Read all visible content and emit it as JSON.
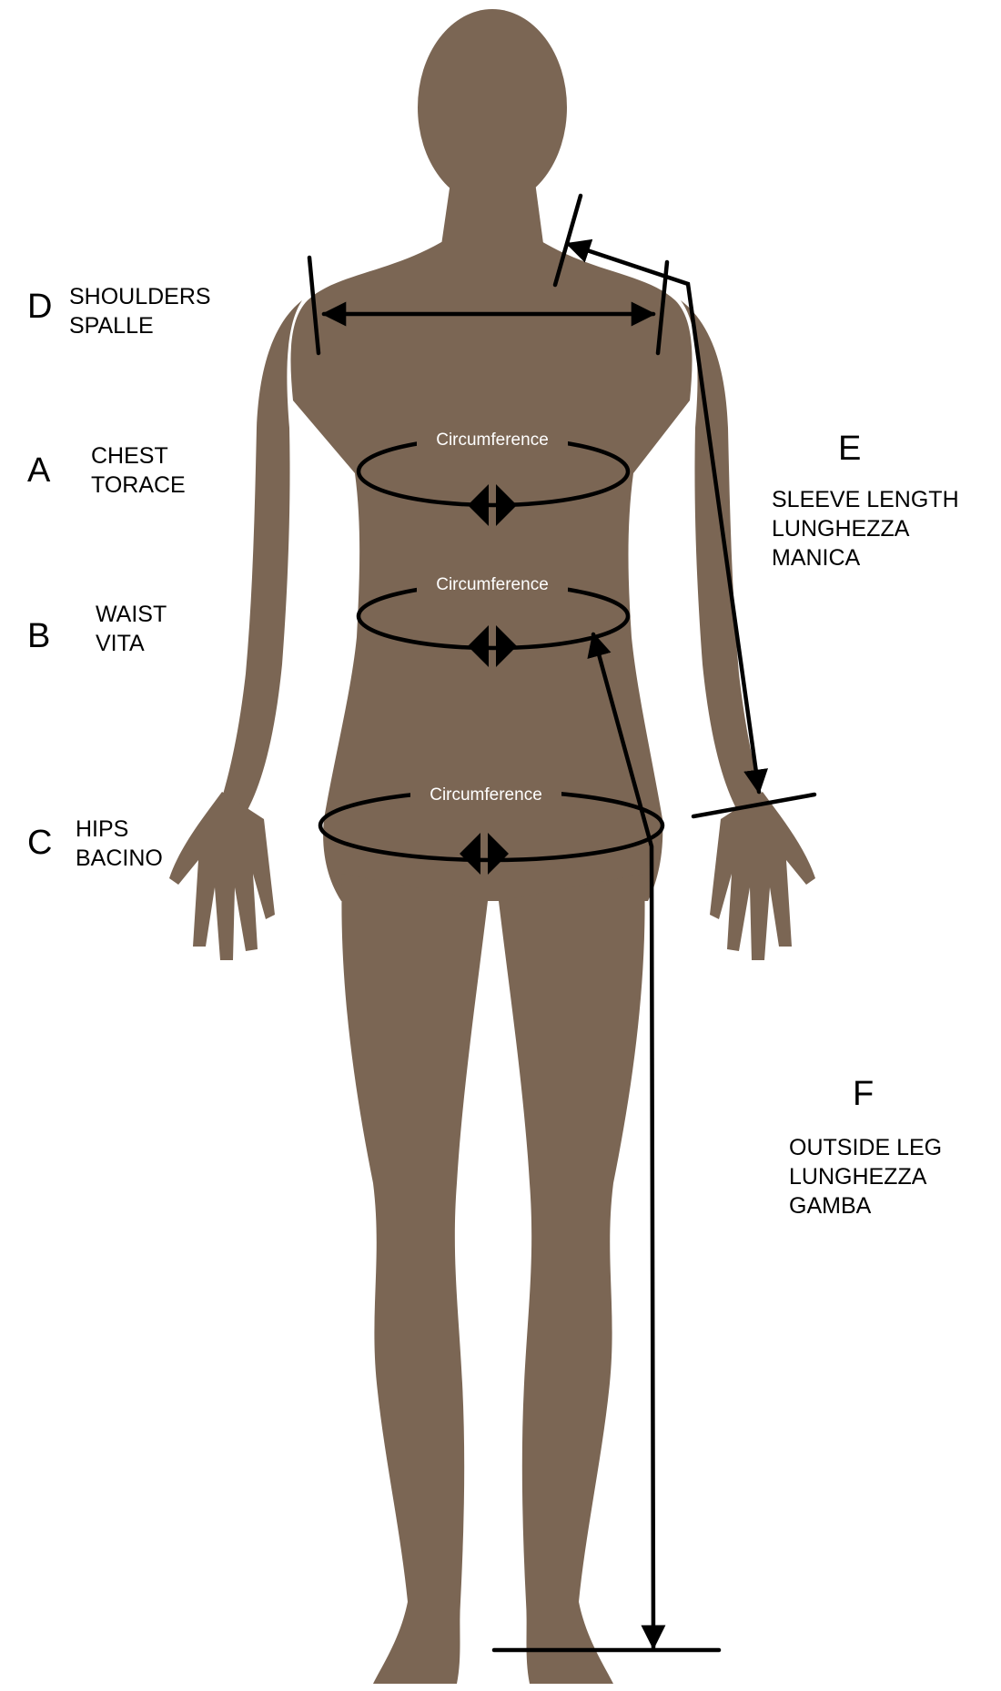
{
  "colors": {
    "figure": "#7b6654",
    "ink": "#000000",
    "circumference_text": "#ffffff",
    "background": "#ffffff"
  },
  "circumference_label": "Circumference",
  "measurements": [
    {
      "letter": "D",
      "line1": "SHOULDERS",
      "line2": "SPALLE"
    },
    {
      "letter": "A",
      "line1": "CHEST",
      "line2": "TORACE"
    },
    {
      "letter": "B",
      "line1": "WAIST",
      "line2": "VITA"
    },
    {
      "letter": "C",
      "line1": "HIPS",
      "line2": "BACINO"
    },
    {
      "letter": "E",
      "line1": "SLEEVE LENGTH",
      "line2": "LUNGHEZZA",
      "line3": "MANICA"
    },
    {
      "letter": "F",
      "line1": "OUTSIDE LEG",
      "line2": "LUNGHEZZA",
      "line3": "GAMBA"
    }
  ]
}
